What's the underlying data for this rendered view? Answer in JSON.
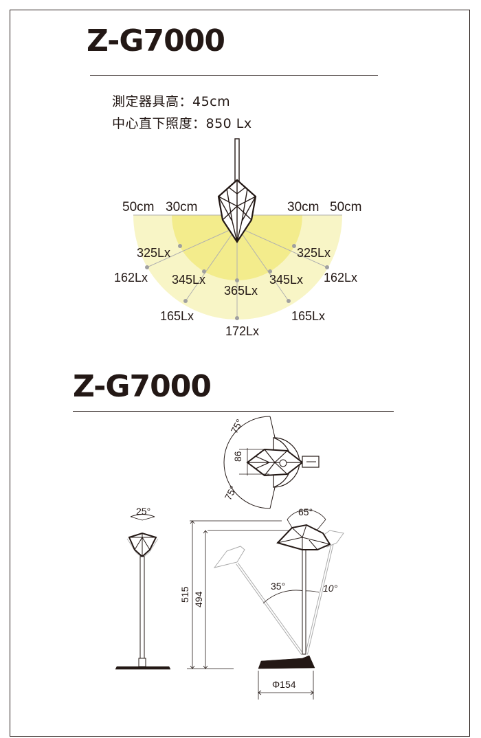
{
  "section1": {
    "title": "Z-G7000",
    "spec_height": "測定器具高：45cm",
    "spec_center": "中心直下照度：850 Lx",
    "distances": {
      "left_50": "50cm",
      "left_30": "30cm",
      "right_30": "30cm",
      "right_50": "50cm"
    },
    "lux": {
      "inner_left": "325Lx",
      "inner_right": "325Lx",
      "outer_left": "162Lx",
      "outer_right": "162Lx",
      "inner_diag_left": "345Lx",
      "inner_diag_right": "345Lx",
      "inner_bottom": "365Lx",
      "outer_diag_left": "165Lx",
      "outer_diag_right": "165Lx",
      "outer_bottom": "172Lx"
    },
    "colors": {
      "inner_zone": "#f3ec8c",
      "outer_zone": "#f8f5c6",
      "point": "#a0a0a0"
    }
  },
  "section2": {
    "title": "Z-G7000",
    "dims": {
      "top_angle_up": "75°",
      "top_angle_down": "75°",
      "head_width": "86",
      "front_angle": "25°",
      "height_total": "515",
      "height_head": "494",
      "head_tilt": "65°",
      "arm_angle": "35°",
      "arm_back": "10°",
      "base_diameter": "Φ154"
    }
  }
}
